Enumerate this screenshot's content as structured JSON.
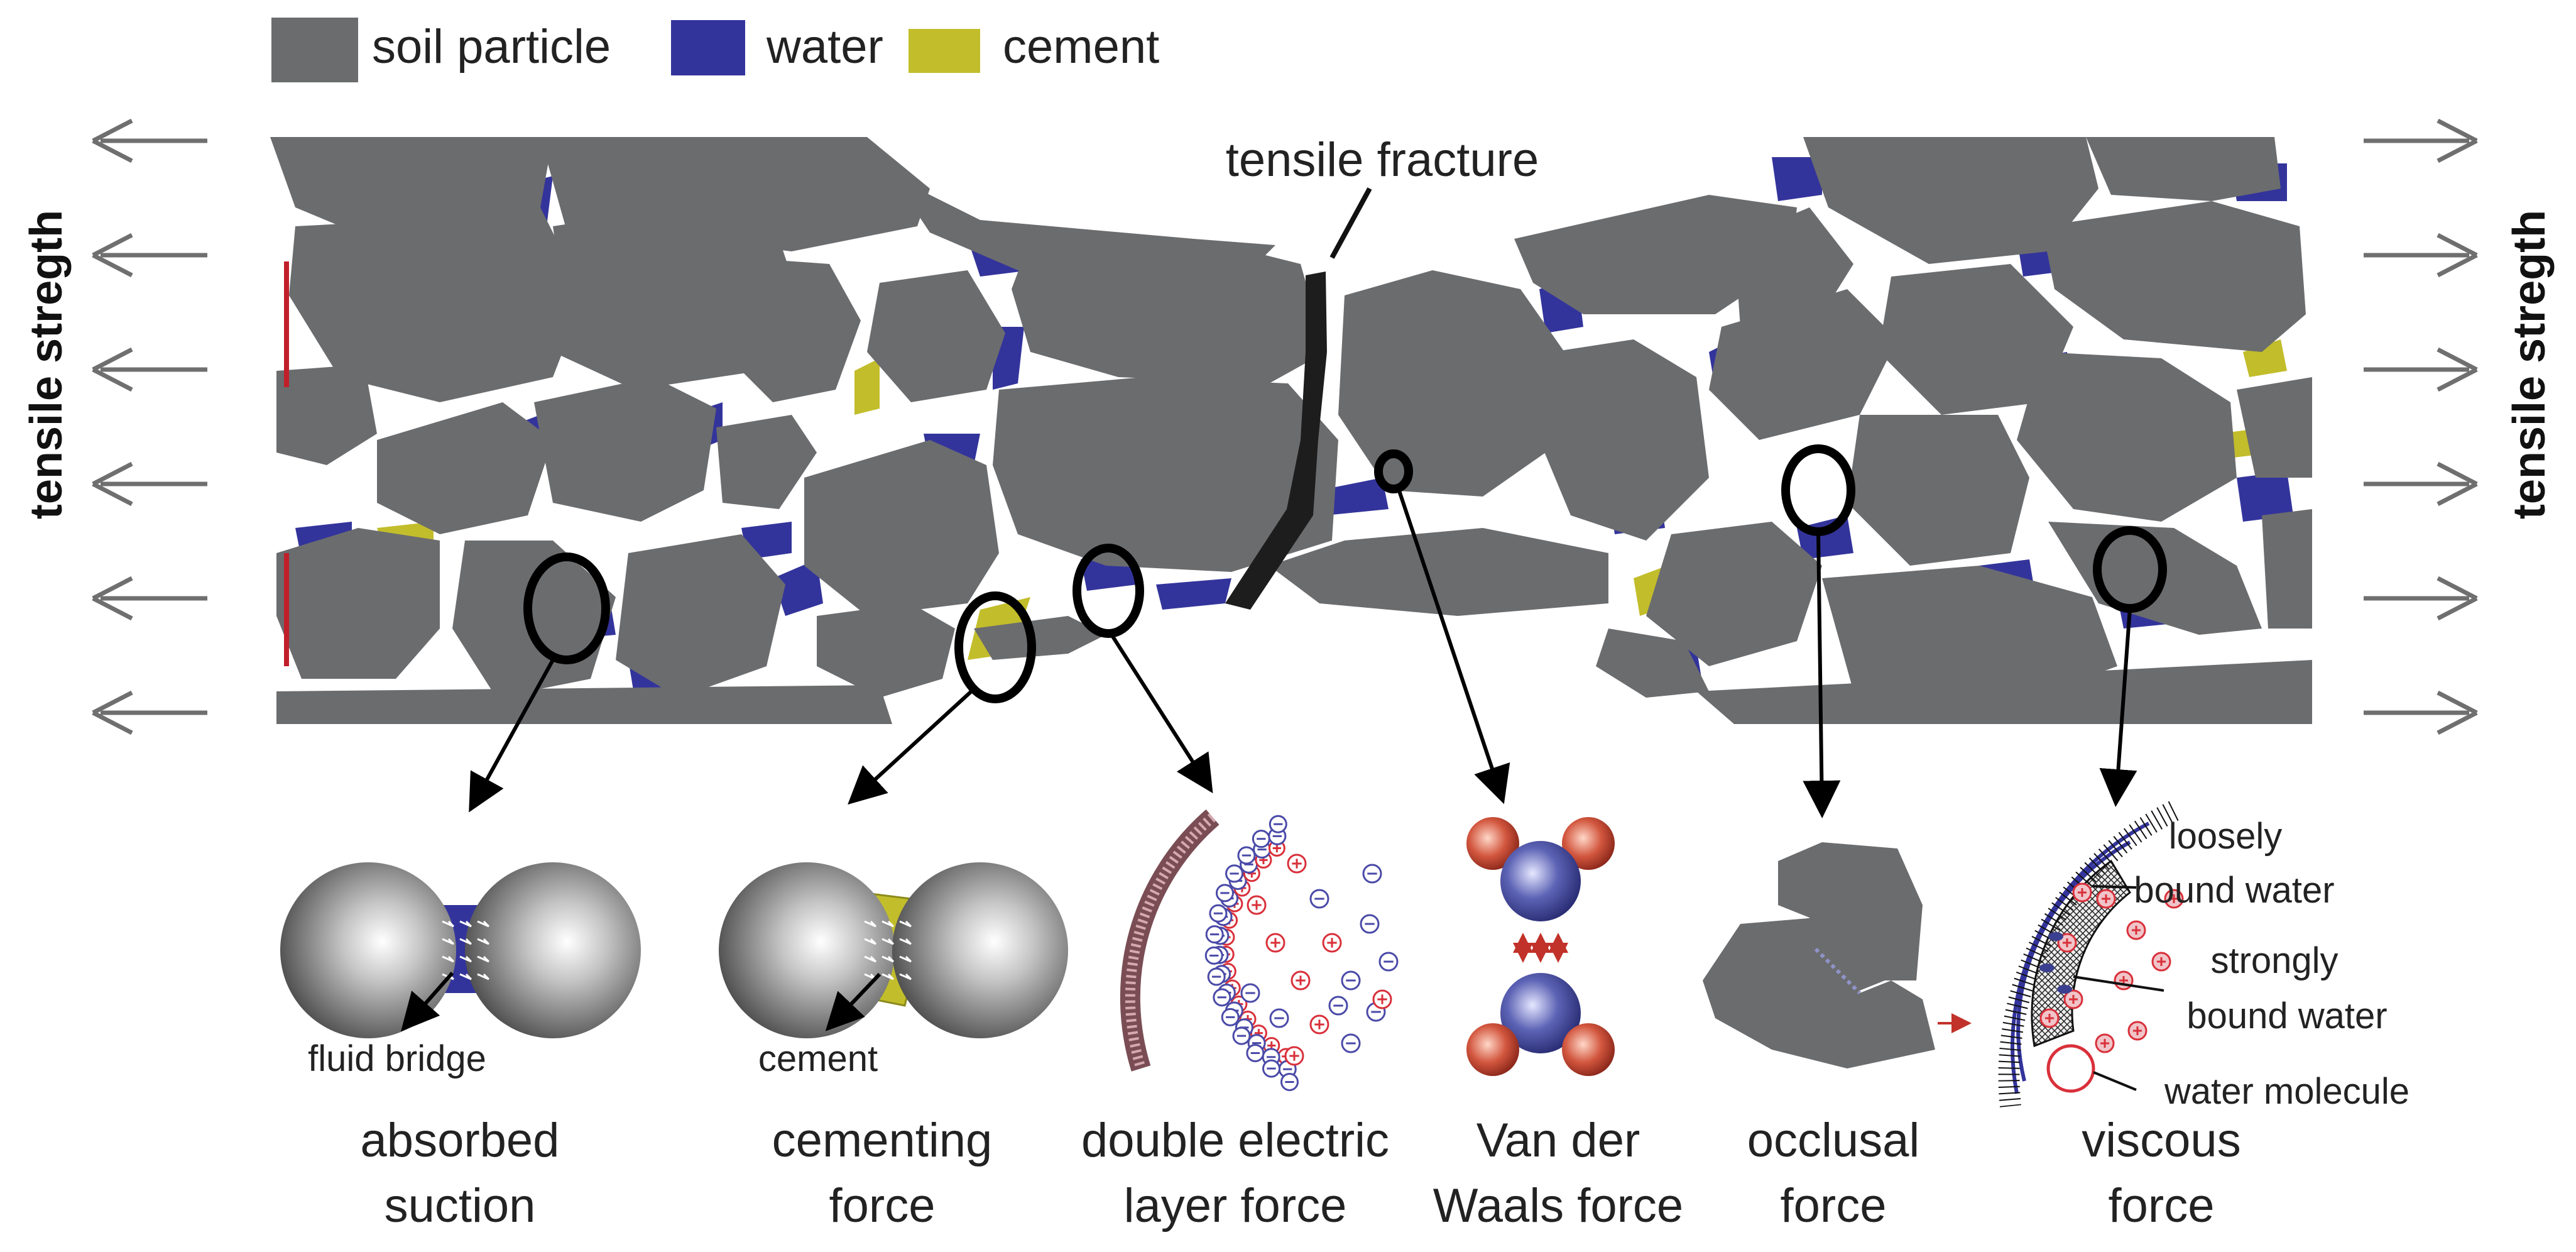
{
  "legend": {
    "items": [
      {
        "label": "soil particle",
        "color": "#6b6c6e"
      },
      {
        "label": "water",
        "color": "#33349b"
      },
      {
        "label": "cement",
        "color": "#c2bd2b"
      }
    ]
  },
  "specimen": {
    "fracture_label": "tensile fracture",
    "side_label_left": "tensile stregth",
    "side_label_right": "tensile stregth"
  },
  "forces": [
    {
      "id": "absorbed-suction",
      "line1": "absorbed",
      "line2": "suction",
      "sublabel": "fluid bridge"
    },
    {
      "id": "cementing-force",
      "line1": "cementing",
      "line2": "force",
      "sublabel": "cement"
    },
    {
      "id": "double-electric-layer-force",
      "line1": "double electric",
      "line2": "layer force"
    },
    {
      "id": "van-der-waals-force",
      "line1": "Van der",
      "line2": "Waals force"
    },
    {
      "id": "occlusal-force",
      "line1": "occlusal",
      "line2": "force"
    },
    {
      "id": "viscous-force",
      "line1": "viscous",
      "line2": "force"
    }
  ],
  "viscous_annotations": {
    "loosely_1": "loosely",
    "loosely_2": "bound water",
    "strongly_1": "strongly",
    "strongly_2": "bound water",
    "molecule": "water molecule"
  },
  "colors": {
    "particle": "#6b6c6e",
    "water": "#33349b",
    "cement": "#c2bd2b",
    "arrow": "#6f6f6f",
    "fracture": "#1d1d1d",
    "ion_positive": "#d9303a",
    "ion_negative": "#4a4aa8",
    "molecule_oxygen": "#3a3f8f",
    "molecule_hydrogen": "#c1322a"
  }
}
